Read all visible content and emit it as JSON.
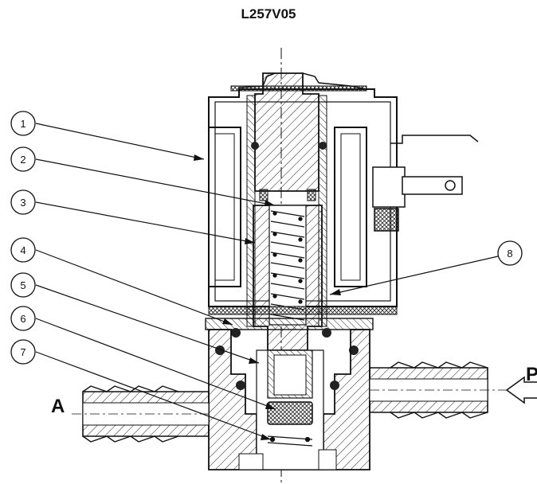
{
  "title": "L257V05",
  "callouts": [
    "1",
    "2",
    "3",
    "4",
    "5",
    "6",
    "7",
    "8"
  ],
  "port_labels": {
    "inlet": "P",
    "outlet": "A"
  },
  "colors": {
    "line": "#111111",
    "hatch": "#222222",
    "background": "#ffffff"
  }
}
